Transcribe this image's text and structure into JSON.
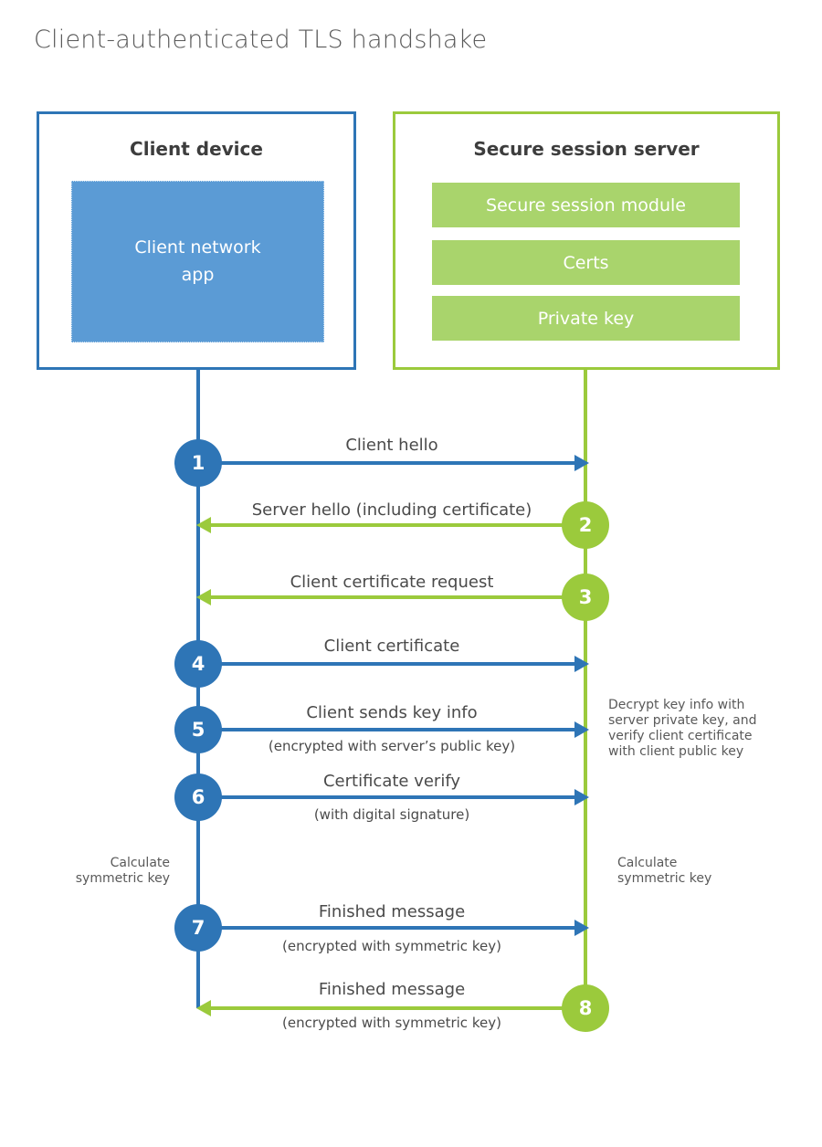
{
  "title": "Client-authenticated TLS handshake",
  "colors": {
    "client_blue": "#2e75b6",
    "client_app_fill": "#5b9bd5",
    "server_green": "#9bca3c",
    "server_module_fill": "#a9d46c",
    "heading_text": "#3d3d3d",
    "label_text": "#4a4a4a",
    "note_text": "#595959"
  },
  "client": {
    "title": "Client device",
    "app_label": "Client network\napp"
  },
  "server": {
    "title": "Secure session server",
    "modules": [
      "Secure session module",
      "Certs",
      "Private key"
    ]
  },
  "steps": [
    {
      "num": "1",
      "label": "Client hello",
      "sublabel": "",
      "direction": "client-to-server",
      "color": "blue"
    },
    {
      "num": "2",
      "label": "Server hello (including certificate)",
      "sublabel": "",
      "direction": "server-to-client",
      "color": "green"
    },
    {
      "num": "3",
      "label": "Client certificate request",
      "sublabel": "",
      "direction": "server-to-client",
      "color": "green"
    },
    {
      "num": "4",
      "label": "Client certificate",
      "sublabel": "",
      "direction": "client-to-server",
      "color": "blue"
    },
    {
      "num": "5",
      "label": "Client sends key info",
      "sublabel": "(encrypted with server’s public key)",
      "direction": "client-to-server",
      "color": "blue"
    },
    {
      "num": "6",
      "label": "Certificate verify",
      "sublabel": "(with digital signature)",
      "direction": "client-to-server",
      "color": "blue"
    },
    {
      "num": "7",
      "label": "Finished message",
      "sublabel": "(encrypted with symmetric key)",
      "direction": "client-to-server",
      "color": "blue"
    },
    {
      "num": "8",
      "label": "Finished message",
      "sublabel": "(encrypted with symmetric key)",
      "direction": "server-to-client",
      "color": "green"
    }
  ],
  "annotations": {
    "server_note": "Decrypt key info with\nserver private key, and\nverify client certificate\nwith client public key",
    "client_calculate": "Calculate\nsymmetric key",
    "server_calculate": "Calculate\nsymmetric key"
  }
}
